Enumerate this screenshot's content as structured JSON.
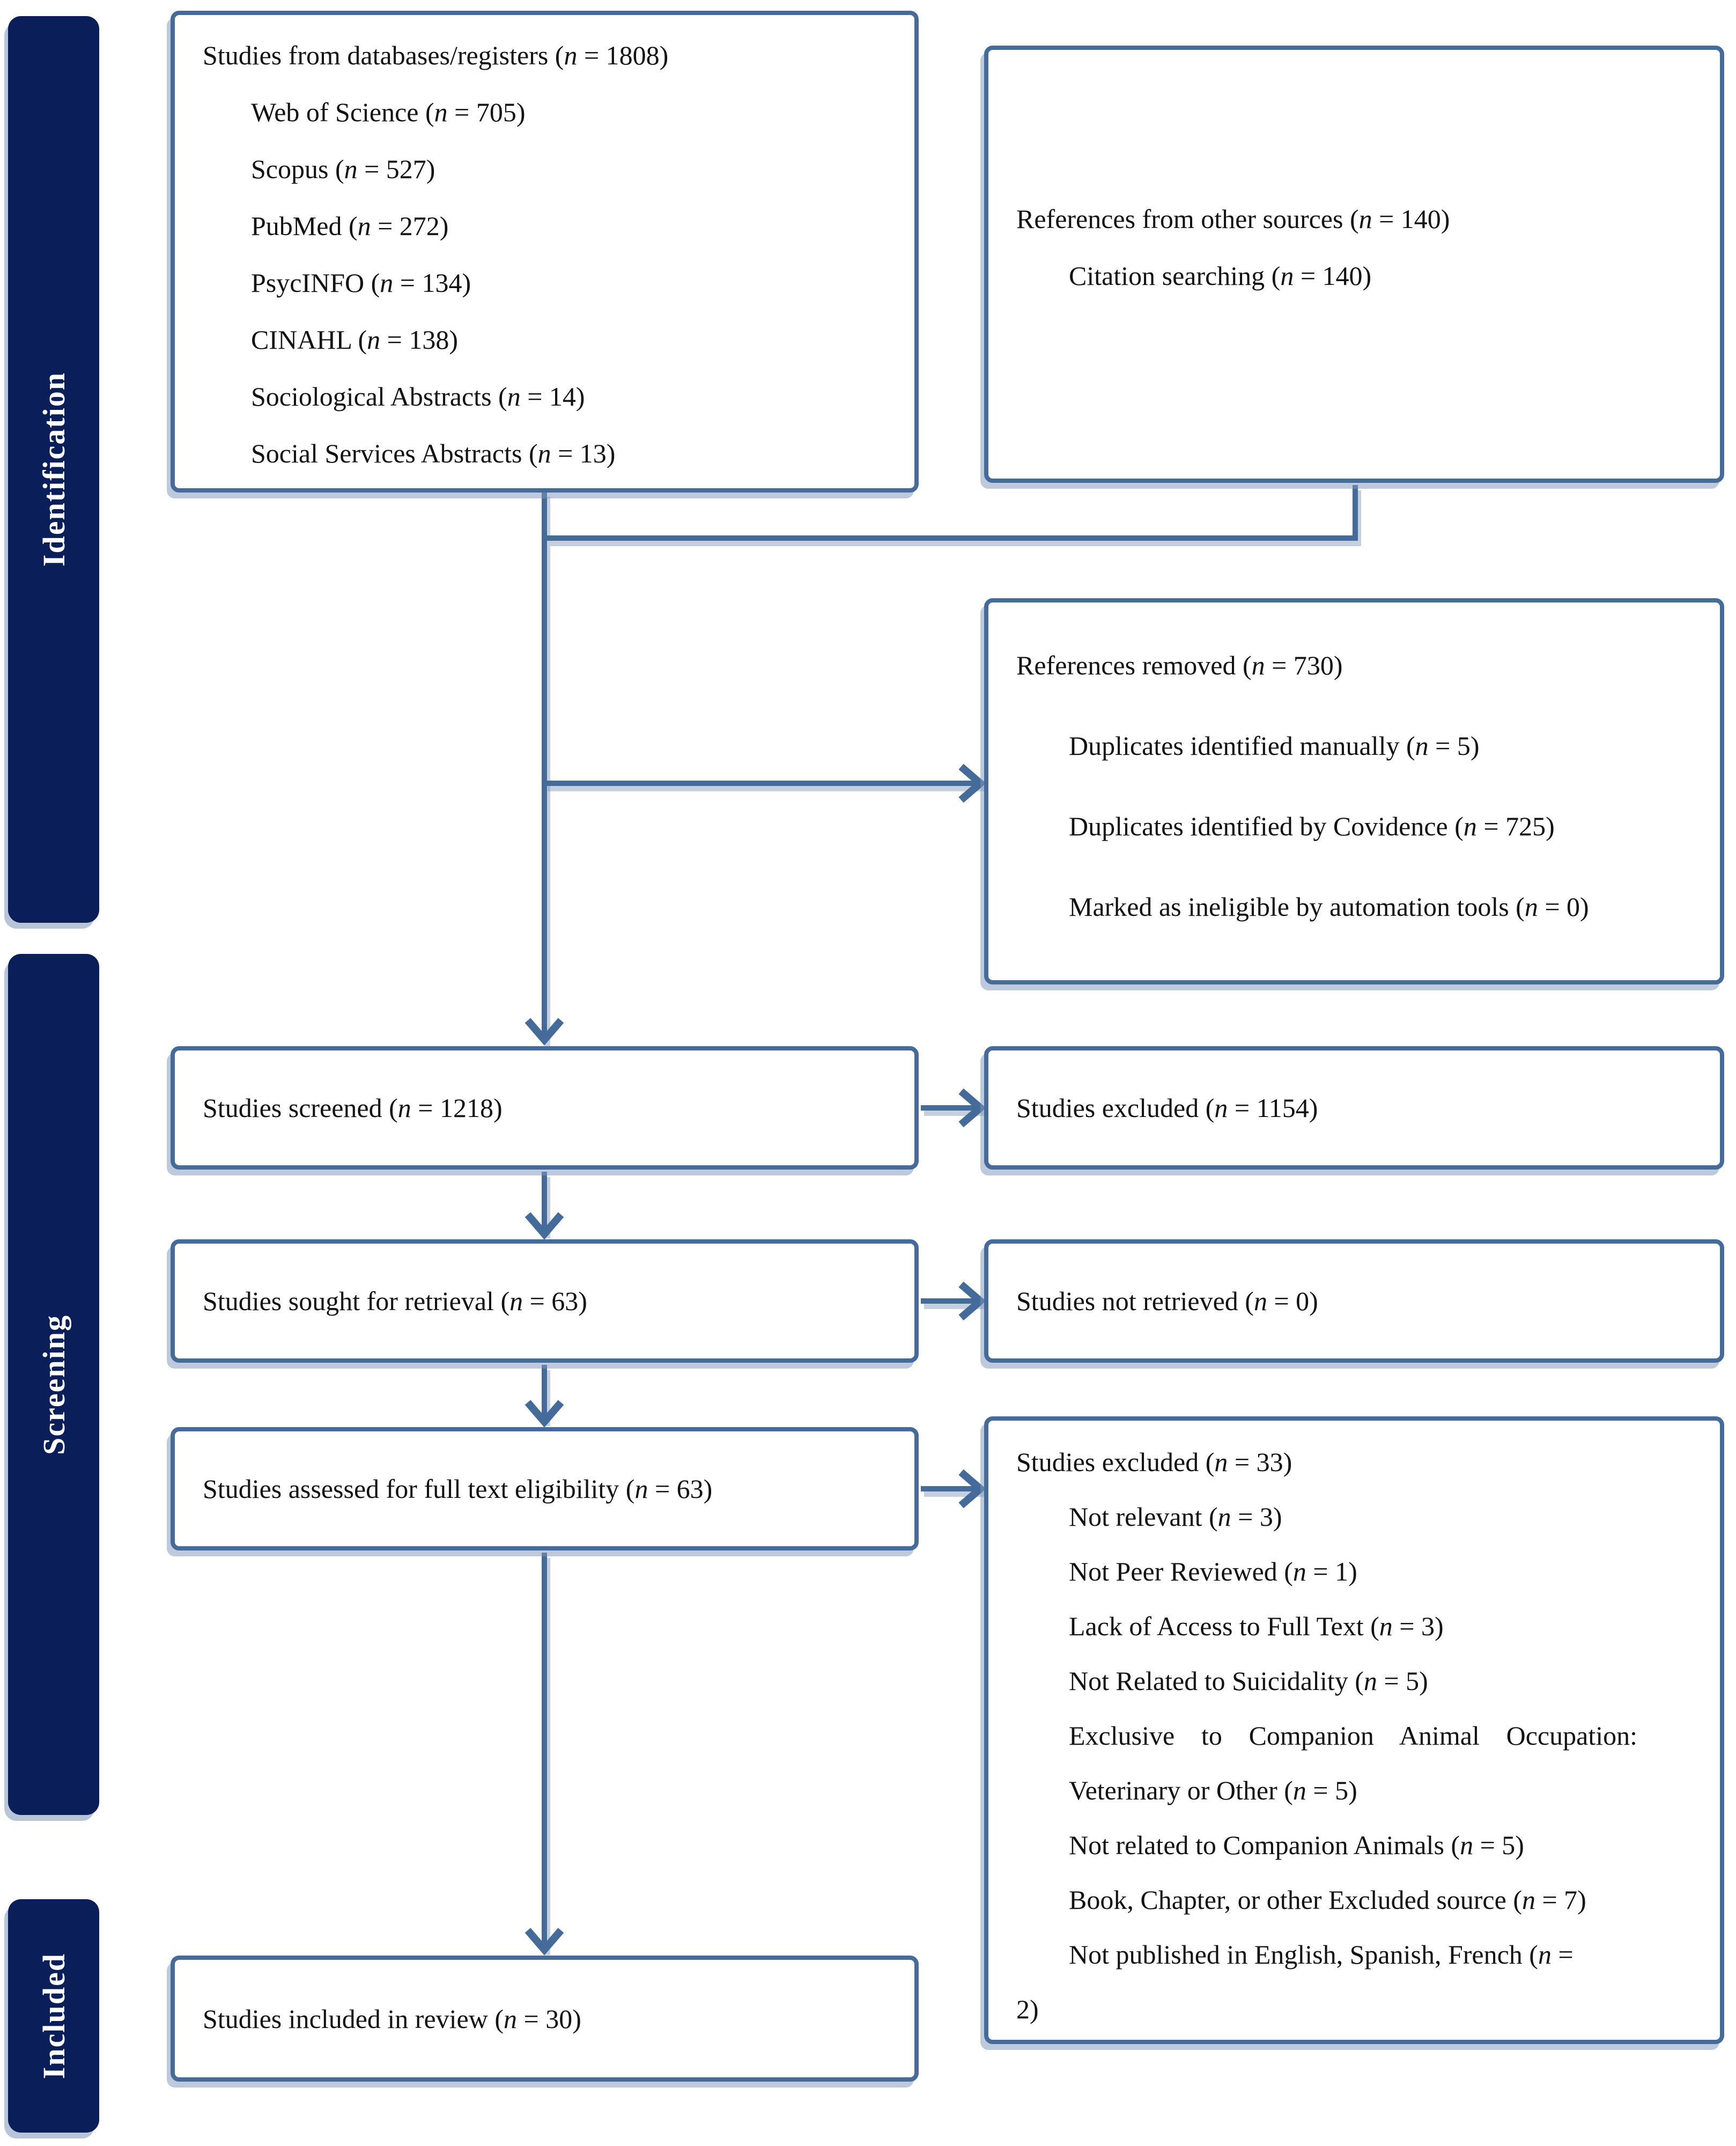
{
  "diagram_type": "PRISMA flow diagram",
  "colors": {
    "stage_bar": "#0a1e5a",
    "stage_text": "#ffffff",
    "box_border": "#456b9a",
    "arrow": "#456b9a",
    "shadow": "#7d96b9",
    "text": "#121212",
    "background": "#ffffff"
  },
  "sidebar": {
    "stages": [
      {
        "id": "identification",
        "label": "Identification"
      },
      {
        "id": "screening",
        "label": "Screening"
      },
      {
        "id": "included",
        "label": "Included"
      }
    ]
  },
  "boxes": {
    "databases": {
      "title": "Studies from databases/registers (n = 1808)",
      "items": [
        "Web of Science (n = 705)",
        "Scopus (n = 527)",
        "PubMed (n = 272)",
        "PsycINFO (n = 134)",
        "CINAHL (n = 138)",
        "Sociological Abstracts (n = 14)",
        "Social Services Abstracts (n = 13)"
      ]
    },
    "other_sources": {
      "title": "References from other sources (n = 140)",
      "items": [
        "Citation searching (n = 140)"
      ]
    },
    "references_removed": {
      "title": "References removed (n = 730)",
      "items": [
        "Duplicates identified manually (n = 5)",
        "Duplicates identified by Covidence (n = 725)",
        "Marked as ineligible by automation tools (n = 0)"
      ]
    },
    "screened": {
      "title": "Studies screened (n = 1218)"
    },
    "excluded_screening": {
      "title": "Studies excluded (n = 1154)"
    },
    "sought": {
      "title": "Studies sought for retrieval (n = 63)"
    },
    "not_retrieved": {
      "title": "Studies not retrieved (n = 0)"
    },
    "assessed": {
      "title": "Studies assessed for full text eligibility (n = 63)"
    },
    "excluded_fulltext": {
      "title": "Studies excluded (n = 33)",
      "lines": [
        "Not relevant (n = 3)",
        "Not Peer Reviewed (n = 1)",
        "Lack of Access to Full Text (n = 3)",
        "Not Related to Suicidality (n = 5)",
        "Exclusive to Companion Animal Occupation:",
        "Veterinary or Other (n = 5)",
        "Not related to Companion Animals (n = 5)",
        "Book, Chapter, or other Excluded source (n = 7)",
        "Not published in English, Spanish, French (n =",
        "2)"
      ]
    },
    "included": {
      "title": "Studies included in review (n = 30)"
    }
  },
  "connectors": [
    {
      "from": "studies-from-databases",
      "to": "studies-screened",
      "type": "arrow-down"
    },
    {
      "from": "references-other-sources",
      "to": "main-flow-line",
      "type": "elbow"
    },
    {
      "from": "main-flow-line",
      "to": "references-removed",
      "type": "arrow-right"
    },
    {
      "from": "studies-screened",
      "to": "studies-excluded-screening",
      "type": "arrow-right"
    },
    {
      "from": "studies-screened",
      "to": "studies-sought",
      "type": "arrow-down"
    },
    {
      "from": "studies-sought",
      "to": "studies-not-retrieved",
      "type": "arrow-right"
    },
    {
      "from": "studies-sought",
      "to": "studies-assessed",
      "type": "arrow-down"
    },
    {
      "from": "studies-assessed",
      "to": "studies-excluded-fulltext",
      "type": "arrow-right"
    },
    {
      "from": "studies-assessed",
      "to": "studies-included",
      "type": "arrow-down"
    }
  ]
}
